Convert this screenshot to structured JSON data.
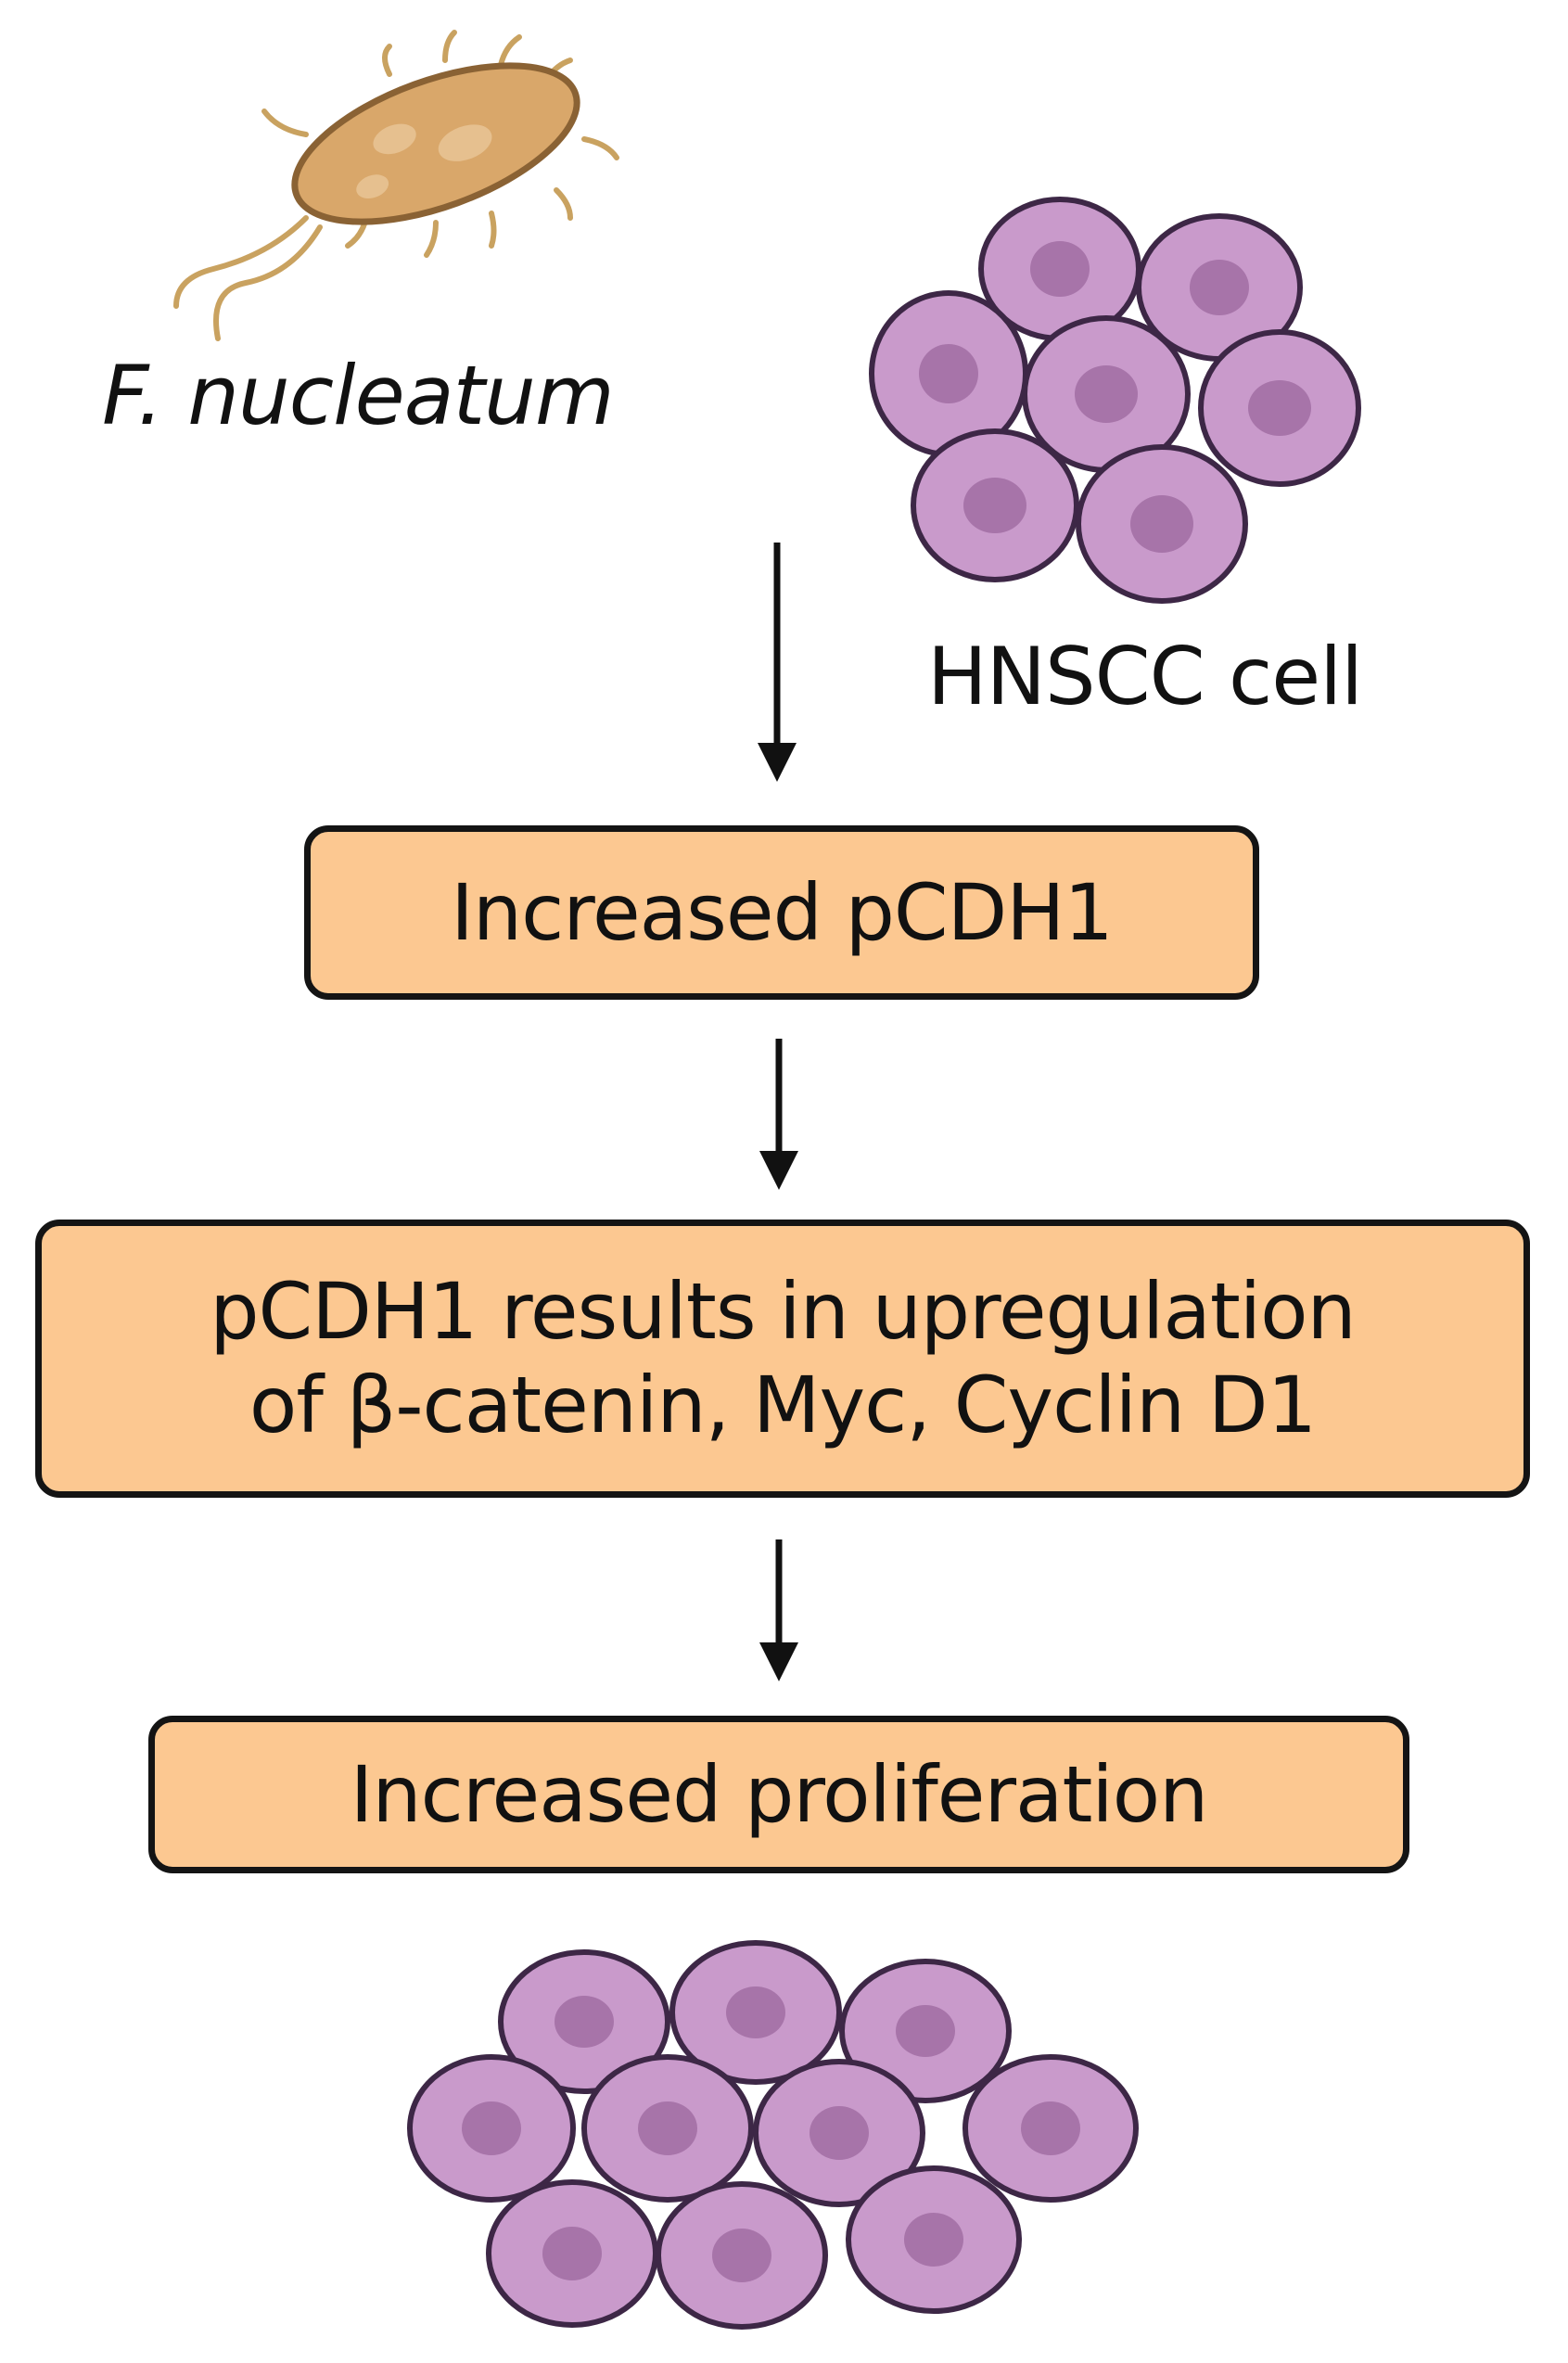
{
  "labels": {
    "organism": "F. nucleatum",
    "cell": "HNSCC cell"
  },
  "steps": [
    {
      "text": "Increased pCDH1"
    },
    {
      "line1": "pCDH1 results in upregulation",
      "line2": "of β-catenin, Myc, Cyclin D1"
    },
    {
      "text": "Increased proliferation"
    }
  ],
  "colors": {
    "box_fill": "#fcc891",
    "bacterium_fill": "#d9a76a",
    "cell_fill": "#c99acb",
    "nucleus_fill": "#a774a9"
  }
}
